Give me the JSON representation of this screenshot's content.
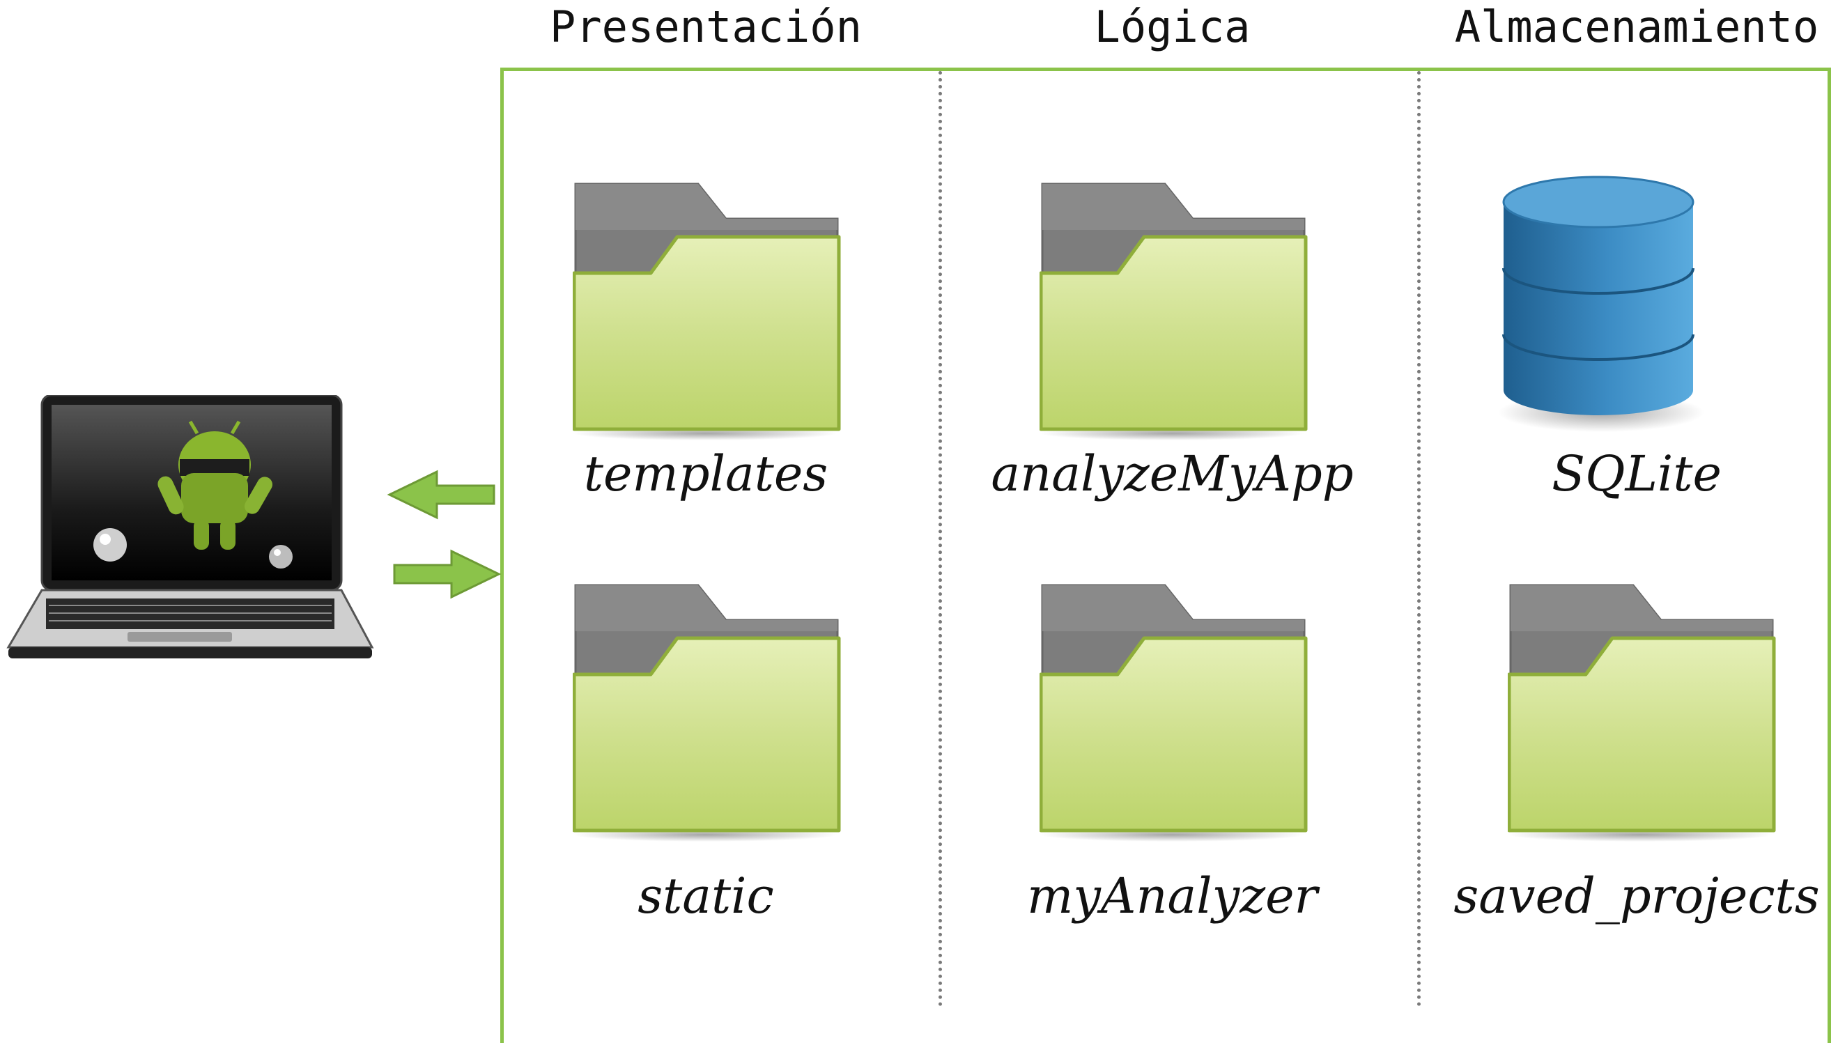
{
  "headers": {
    "presentation": "Presentación",
    "logic": "Lógica",
    "storage": "Almacenamiento"
  },
  "items": {
    "templates": "templates",
    "analyze_my_app": "analyzeMyApp",
    "sqlite": "SQLite",
    "static": "static",
    "my_analyzer": "myAnalyzer",
    "saved_projects": "saved_projects"
  },
  "colors": {
    "frame_border": "#8bc34a",
    "folder_front": "#c6da7c",
    "folder_back": "#7d7d7d",
    "arrow": "#8bc34a",
    "database": "#3a87bd",
    "divider": "#7a7a7a"
  },
  "icons": {
    "client": "laptop-icon",
    "request": "arrow-right-icon",
    "response": "arrow-left-icon",
    "folder": "folder-icon",
    "database": "database-icon"
  }
}
